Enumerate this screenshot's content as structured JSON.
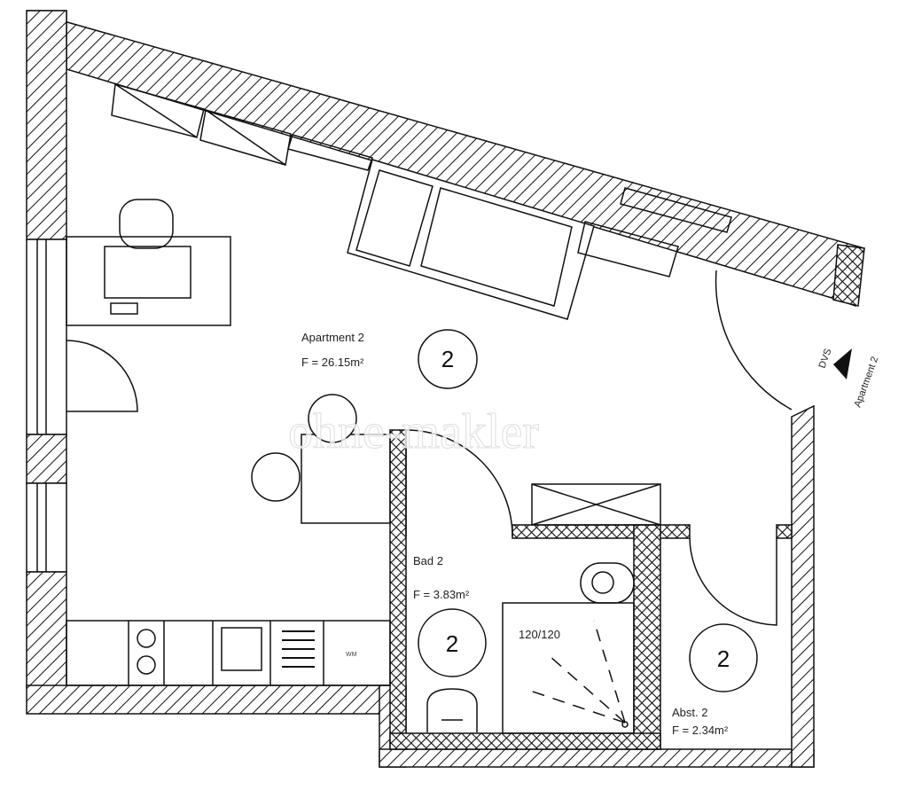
{
  "rooms": [
    {
      "name": "Apartment 2",
      "area": "F = 26.15m²",
      "number": "2"
    },
    {
      "name": "Bad 2",
      "area": "F = 3.83m²",
      "number": "2"
    },
    {
      "name": "Abst. 2",
      "area": "F = 2.34m²",
      "number": "2"
    }
  ],
  "labels": {
    "shower": "120/120",
    "washing_machine": "WM",
    "dvs": "DVS",
    "entrance": "Apartment 2"
  },
  "watermark": "ohne-makler"
}
